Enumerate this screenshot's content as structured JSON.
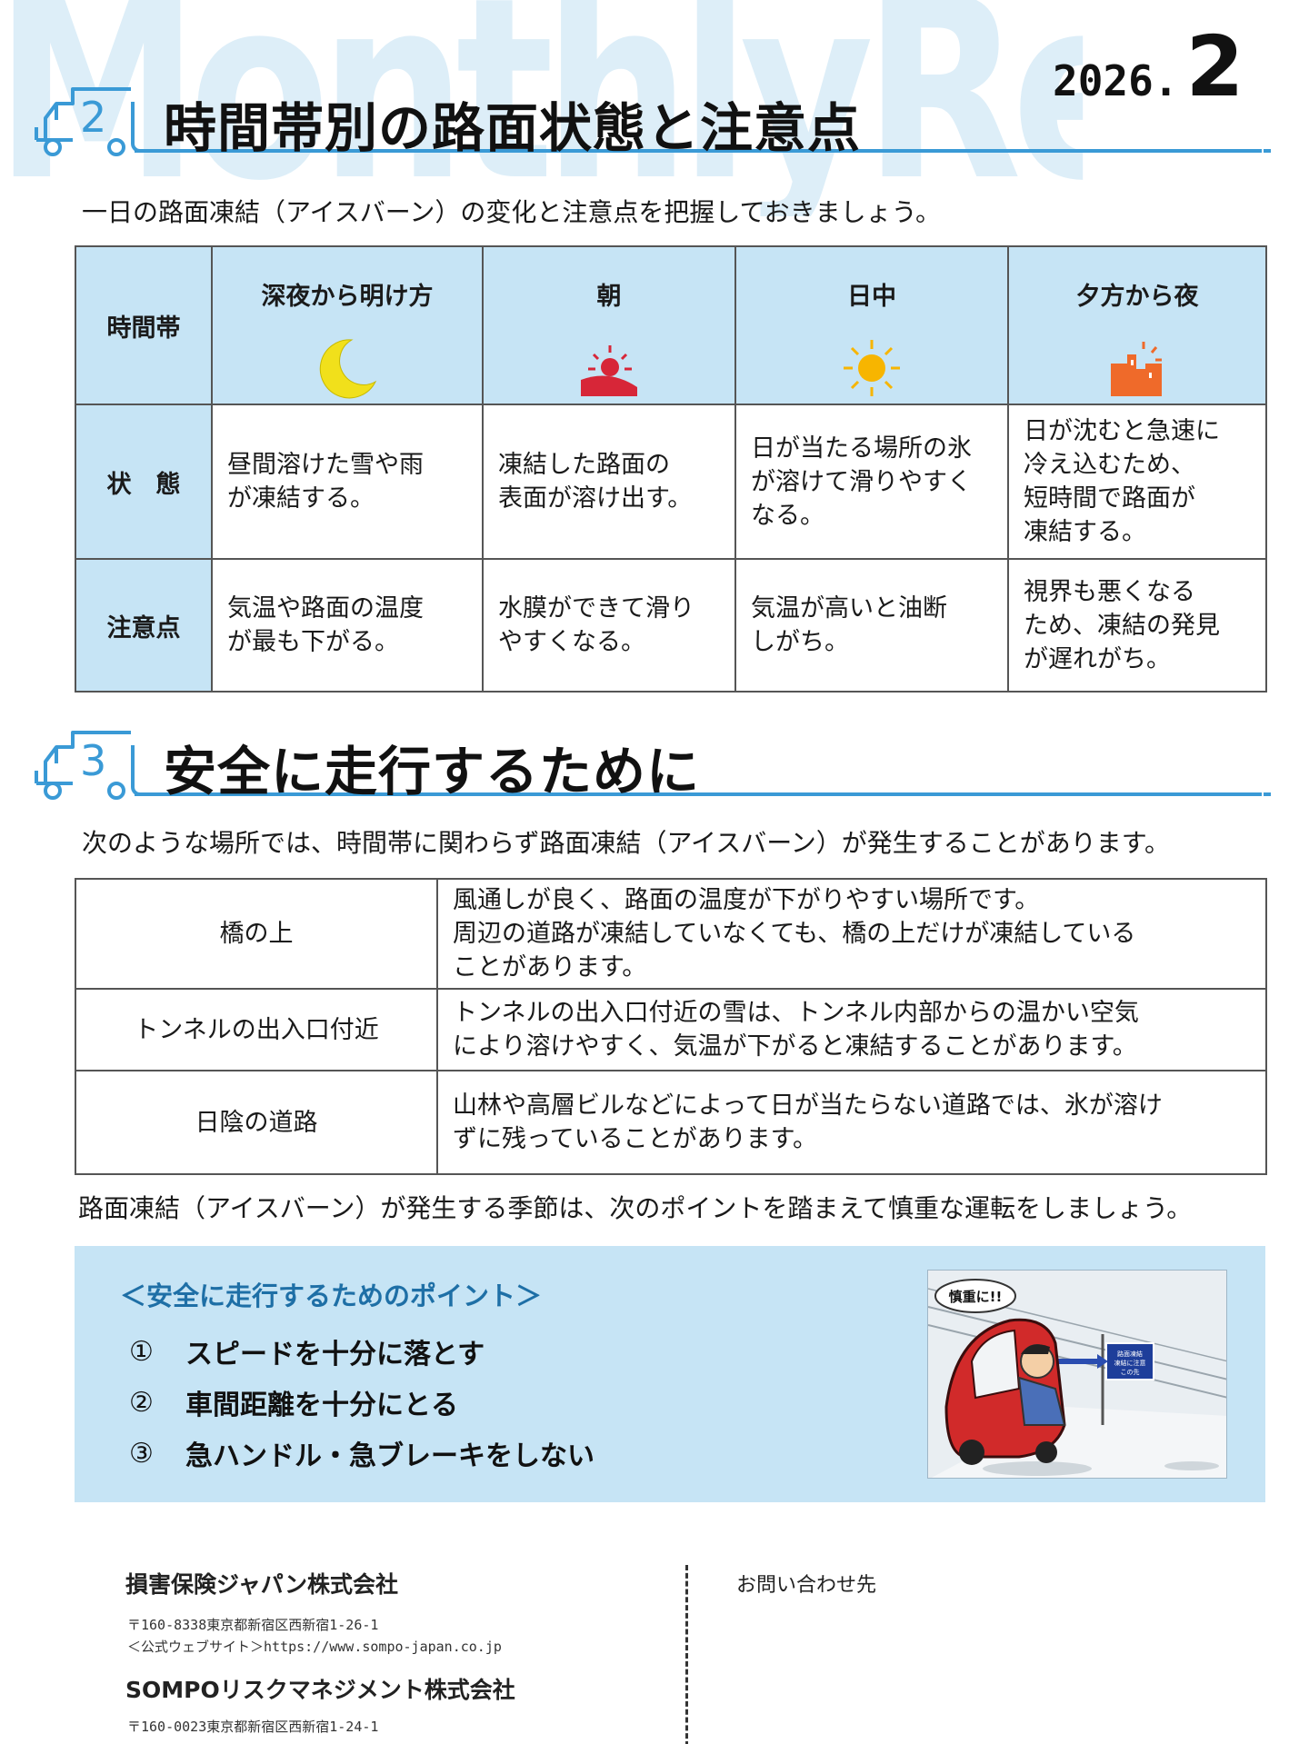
{
  "watermark": "MonthlyReport",
  "issue": {
    "year": "2026.",
    "month": "2"
  },
  "section2": {
    "number": "2",
    "title": "時間帯別の路面状態と注意点",
    "lead": "一日の路面凍結（アイスバーン）の変化と注意点を把握しておきましょう。",
    "table": {
      "corner": "時間帯",
      "columns": [
        {
          "label": "深夜から明け方",
          "icon": "moon-icon"
        },
        {
          "label": "朝",
          "icon": "sunrise-icon"
        },
        {
          "label": "日中",
          "icon": "sun-icon"
        },
        {
          "label": "夕方から夜",
          "icon": "sunset-building-icon"
        }
      ],
      "rows": [
        {
          "header": "状　態",
          "cells": [
            [
              "昼間溶けた雪や雨",
              "が凍結する。"
            ],
            [
              "凍結した路面の",
              "表面が溶け出す。"
            ],
            [
              "日が当たる場所の氷",
              "が溶けて滑りやすく",
              "なる。"
            ],
            [
              "日が沈むと急速に",
              "冷え込むため、",
              "短時間で路面が",
              "凍結する。"
            ]
          ]
        },
        {
          "header": "注意点",
          "cells": [
            [
              "気温や路面の温度",
              "が最も下がる。"
            ],
            [
              "水膜ができて滑り",
              "やすくなる。"
            ],
            [
              "気温が高いと油断",
              "しがち。"
            ],
            [
              "視界も悪くなる",
              "ため、凍結の発見",
              "が遅れがち。"
            ]
          ]
        }
      ]
    }
  },
  "section3": {
    "number": "3",
    "title": "安全に走行するために",
    "lead": "次のような場所では、時間帯に関わらず路面凍結（アイスバーン）が発生することがあります。",
    "places": [
      {
        "name": "橋の上",
        "desc": [
          "風通しが良く、路面の温度が下がりやすい場所です。",
          "周辺の道路が凍結していなくても、橋の上だけが凍結している",
          "ことがあります。"
        ]
      },
      {
        "name": "トンネルの出入口付近",
        "desc": [
          "トンネルの出入口付近の雪は、トンネル内部からの温かい空気",
          "により溶けやすく、気温が下がると凍結することがあります。"
        ]
      },
      {
        "name": "日陰の道路",
        "desc": [
          "山林や高層ビルなどによって日が当たらない道路では、氷が溶け",
          "ずに残っていることがあります。"
        ]
      }
    ],
    "summary": "路面凍結（アイスバーン）が発生する季節は、次のポイントを踏まえて慎重な運転をしましょう。",
    "points": {
      "title": "＜安全に走行するためのポイント＞",
      "items": [
        {
          "mark": "①",
          "text": "スピードを十分に落とす"
        },
        {
          "mark": "②",
          "text": "車間距離を十分にとる"
        },
        {
          "mark": "③",
          "text": "急ハンドル・急ブレーキをしない"
        }
      ],
      "illustration": {
        "bubble": "慎重に!!",
        "sign": [
          "路面凍結",
          "凍結に注意",
          "この先"
        ]
      }
    }
  },
  "footer": {
    "company1": "損害保険ジャパン株式会社",
    "address1": [
      "〒160-8338東京都新宿区西新宿1-26-1",
      "＜公式ウェブサイト＞https://www.sompo-japan.co.jp"
    ],
    "company2": "SOMPOリスクマネジメント株式会社",
    "address2": [
      "〒160-0023東京都新宿区西新宿1-24-1"
    ],
    "contact": "お問い合わせ先"
  },
  "colors": {
    "accent": "#3a9ad6",
    "table_header_bg": "#c6e4f5",
    "points_title": "#1e6fa6",
    "watermark": "#ddeef8"
  }
}
